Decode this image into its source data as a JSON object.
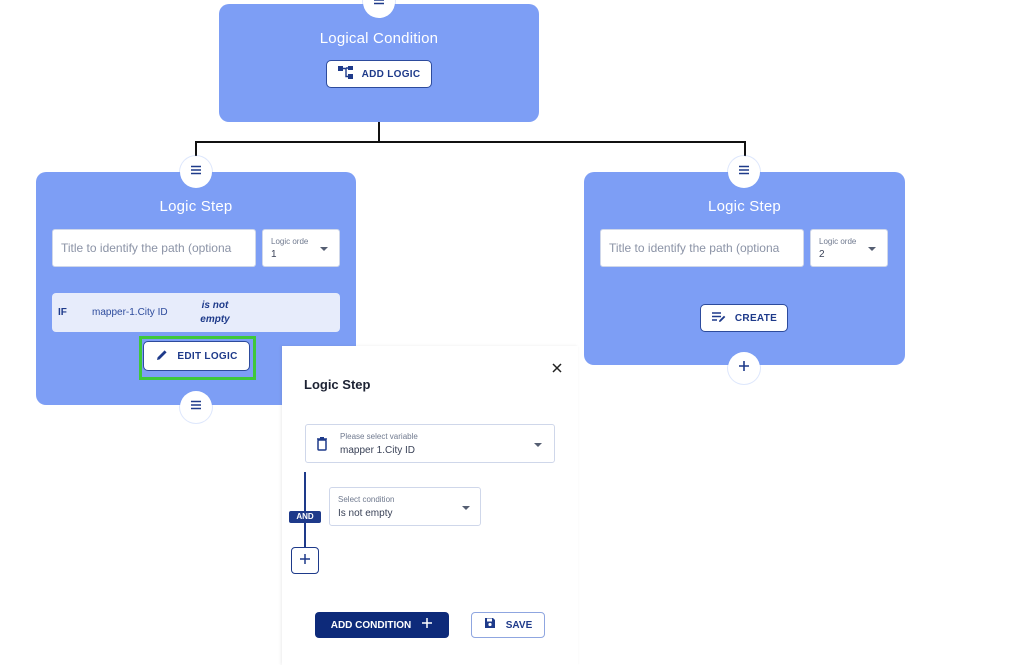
{
  "top_card": {
    "title": "Logical Condition",
    "add_logic_label": "ADD LOGIC",
    "icons": {
      "handle": "menu-lines-icon",
      "add_logic": "hierarchy-icon"
    }
  },
  "left_card": {
    "title": "Logic Step",
    "title_placeholder": "Title to identify the path (optiona",
    "order_label": "Logic orde",
    "order_value": "1",
    "rule": {
      "if_label": "IF",
      "variable": "mapper-1.City ID",
      "condition": "is not empty"
    },
    "edit_logic_label": "EDIT LOGIC",
    "icons": {
      "edit": "pencil-icon"
    }
  },
  "right_card": {
    "title": "Logic Step",
    "title_placeholder": "Title to identify the path (optiona",
    "order_label": "Logic orde",
    "order_value": "2",
    "create_label": "CREATE",
    "icons": {
      "create": "edit-list-icon",
      "add": "plus-icon"
    }
  },
  "logic_panel": {
    "title": "Logic Step",
    "variable_select": {
      "label": "Please select variable",
      "value": "mapper 1.City ID"
    },
    "condition_select": {
      "label": "Select condition",
      "value": "Is not empty"
    },
    "and_badge": "AND",
    "add_condition_label": "ADD CONDITION",
    "save_label": "SAVE",
    "icons": {
      "close": "close-icon",
      "variable": "database-icon",
      "add": "plus-icon",
      "save": "floppy-disk-icon"
    }
  },
  "colors": {
    "card_bg": "#7d9ef5",
    "primary_dark": "#0d2a7a",
    "highlight_border": "#3ec83a",
    "rule_bg": "#e7ecfb"
  }
}
